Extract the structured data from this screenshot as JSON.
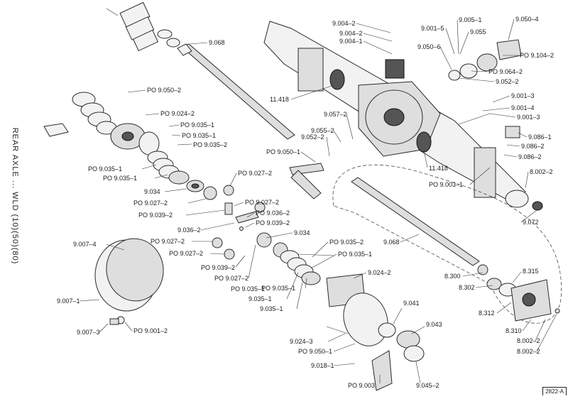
{
  "page": {
    "side_title": "REAR AXLE ... WLD (10)(50)(80)",
    "plate_number": "2822-A"
  },
  "labels": [
    "9.068",
    "PO 9.050–2",
    "PO 9.024–2",
    "PO 9.035–1",
    "PO 9.035–1",
    "PO 9.035–2",
    "PO 9.035–1",
    "PO 9.035–1",
    "9.034",
    "PO 9.027–2",
    "PO 9.039–2",
    "PO 9.027–2",
    "PO 9.027–2",
    "PO 9.036–2",
    "9.036–2",
    "PO 9.039–2",
    "9.034",
    "PO 9.050–1",
    "9.007–4",
    "PO 9.027–2",
    "PO 9.027–2",
    "PO 9.039–2",
    "PO 9.027–2",
    "PO 9.035–1",
    "9.007–1",
    "9.007–3",
    "PO 9.001–2",
    "9.004–2",
    "9.004–2",
    "9.004–1",
    "9.001–5",
    "9.005–1",
    "9.055",
    "9.050–4",
    "9.050–6",
    "PO 9.104–2",
    "PO 9.064–2",
    "9.052–2",
    "11.418",
    "9.057–2",
    "9.055–2",
    "9.052–2",
    "9.001–3",
    "9.001–4",
    "9.001–3",
    "9.086–1",
    "9.086–2",
    "9.086–2",
    "11.418",
    "8.002–2",
    "PO 9.003–1",
    "9.072",
    "9.068",
    "PO 9.035–2",
    "PO 9.035–1",
    "9.024–2",
    "PO 9.035–1",
    "9.035–1",
    "9.035–1",
    "8.300",
    "8.302",
    "8.315",
    "8.312",
    "9.041",
    "9.043",
    "8.310",
    "8.002–2",
    "8.002–2",
    "9.024–3",
    "PO 9.050–1",
    "9.018–1",
    "PO 9.003",
    "9.045–2"
  ]
}
